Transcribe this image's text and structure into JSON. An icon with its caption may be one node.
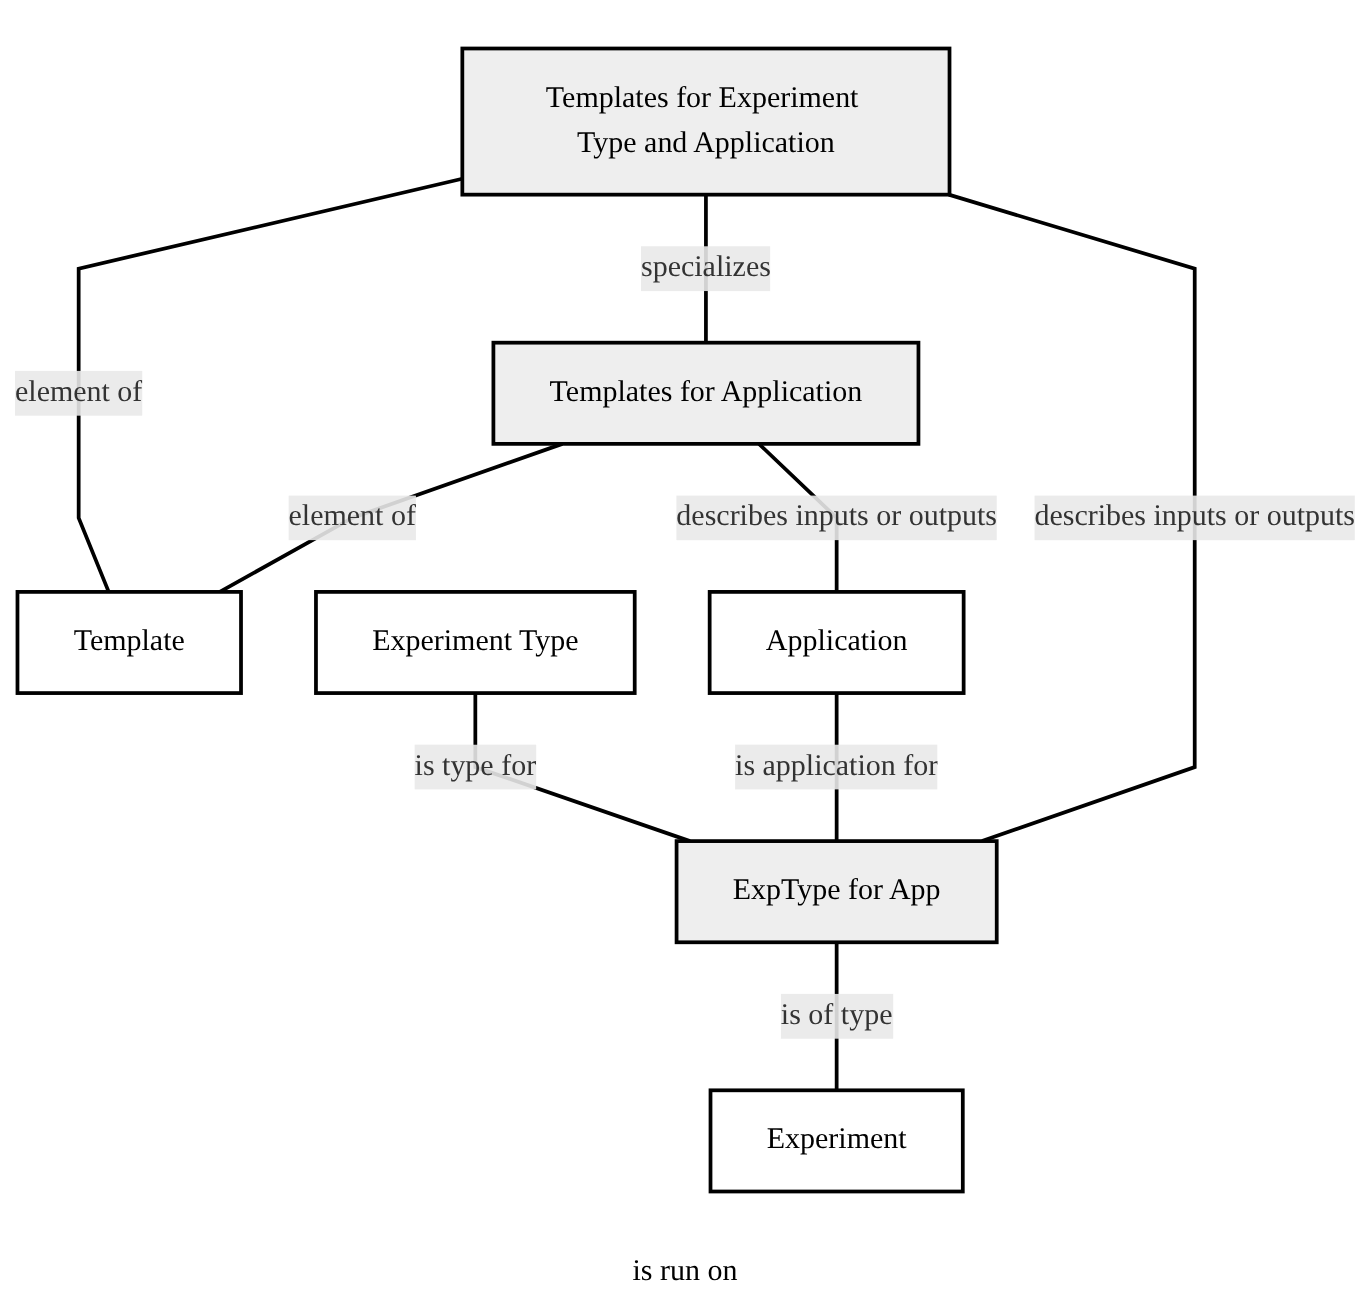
{
  "diagram": {
    "nodes": [
      {
        "text": [
          "Template"
        ]
      },
      {
        "text": [
          "Templates for Experiment Type and Application"
        ]
      },
      {
        "text": [
          "Templates for Application"
        ]
      },
      {
        "text": [
          "Experiment Type"
        ]
      },
      {
        "text": [
          "Application"
        ]
      },
      {
        "text": [
          "ExpType for App"
        ]
      },
      {
        "text": [
          "Experiment"
        ]
      }
    ],
    "edges": [
      {
        "from": 1,
        "to": 0,
        "arrow": "none",
        "label": "element of"
      },
      {
        "from": 2,
        "to": 0,
        "arrow": "none",
        "label": "element of"
      },
      {
        "from": 1,
        "to": 2,
        "arrow": "none",
        "label": "specializes"
      },
      {
        "from": 1,
        "to": 5,
        "arrow": "none",
        "label": "describes inputs or outputs"
      },
      {
        "from": 2,
        "to": 4,
        "arrow": "none",
        "label": "describes inputs or outputs"
      },
      {
        "from": 3,
        "to": 5,
        "arrow": "none",
        "label": "is type for"
      },
      {
        "from": 4,
        "to": 5,
        "arrow": "none",
        "label": "is application for"
      },
      {
        "from": 5,
        "to": 6,
        "arrow": "none",
        "label": "is of type"
      }
    ],
    "labels": [
      "is run on"
    ]
  }
}
